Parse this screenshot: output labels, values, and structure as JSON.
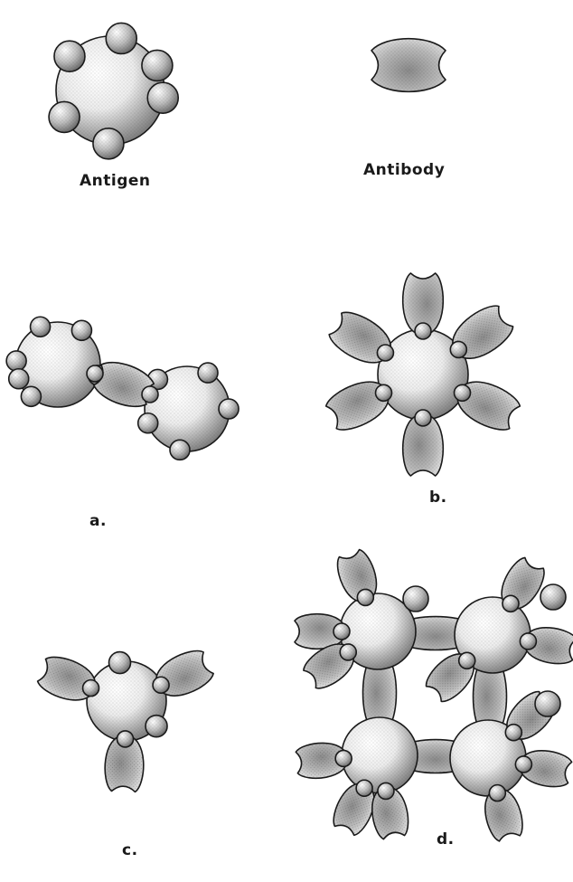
{
  "labels": {
    "antigen": "Antigen",
    "antibody": "Antibody",
    "a": "a.",
    "b": "b.",
    "c": "c.",
    "d": "d."
  },
  "colors": {
    "ink": "#1a1a1a",
    "paper": "#ffffff",
    "shade": "#555555"
  }
}
